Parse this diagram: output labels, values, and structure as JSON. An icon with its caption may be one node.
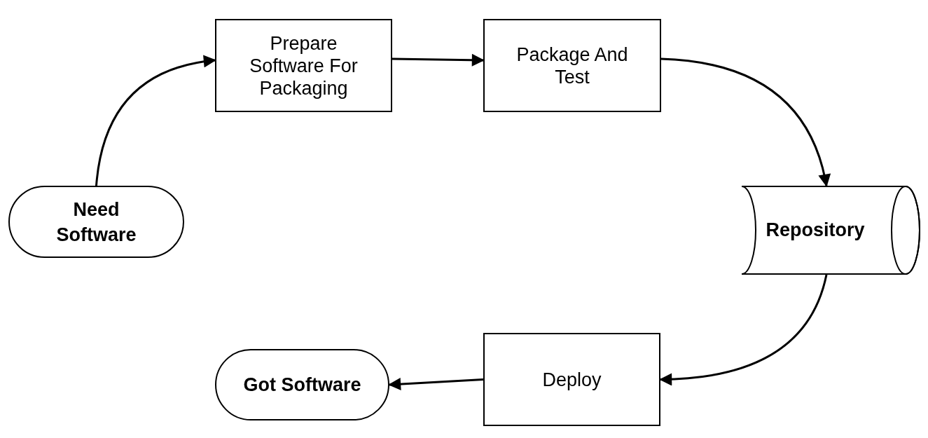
{
  "diagram": {
    "nodes": [
      {
        "text": [
          "Need Software"
        ]
      },
      {
        "text": [
          "Prepare Software For Packaging"
        ]
      },
      {
        "text": [
          "Package And Test"
        ]
      },
      {
        "text": [
          "Repository"
        ]
      },
      {
        "text": [
          "Deploy"
        ]
      },
      {
        "text": [
          "Got Software"
        ]
      }
    ],
    "edges": [
      {
        "from": 0,
        "to": 1,
        "arrow": "to"
      },
      {
        "from": 1,
        "to": 2,
        "arrow": "to"
      },
      {
        "from": 2,
        "to": 3,
        "arrow": "to"
      },
      {
        "from": 3,
        "to": 4,
        "arrow": "to"
      },
      {
        "from": 4,
        "to": 5,
        "arrow": "to"
      }
    ]
  }
}
